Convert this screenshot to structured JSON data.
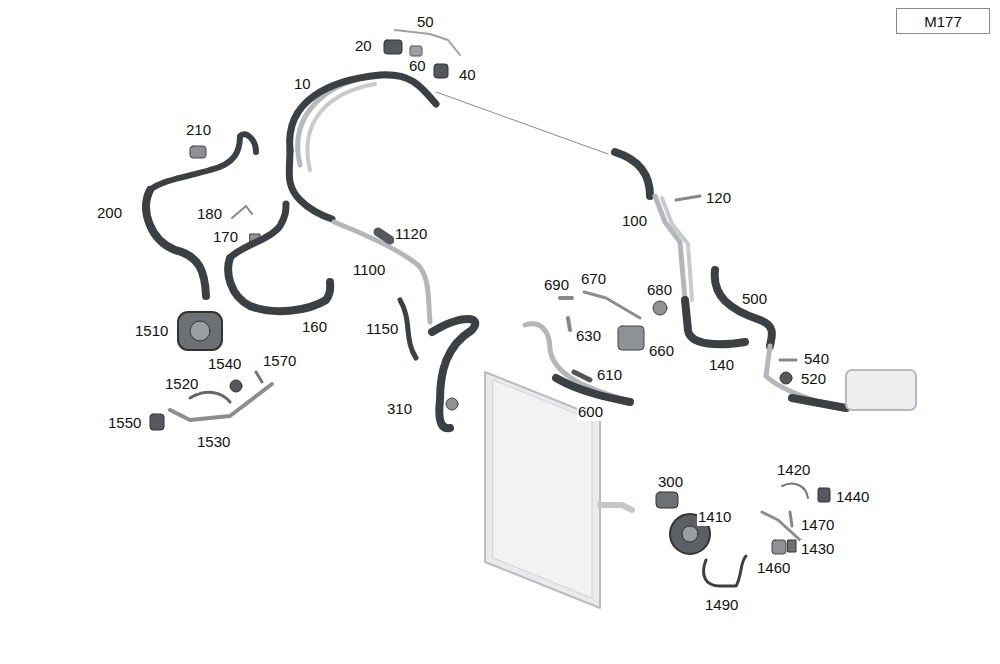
{
  "diagram": {
    "nodes": [
      {
        "text": [
          "M177"
        ]
      }
    ],
    "labels": [
      "50",
      "20",
      "60",
      "40",
      "10",
      "210",
      "200",
      "180",
      "170",
      "1120",
      "1100",
      "160",
      "1510",
      "1540",
      "1570",
      "1520",
      "1550",
      "1530",
      "1150",
      "310",
      "120",
      "100",
      "690",
      "670",
      "680",
      "630",
      "660",
      "610",
      "600",
      "500",
      "140",
      "540",
      "520",
      "300",
      "1410",
      "1420",
      "1440",
      "1470",
      "1430",
      "1460",
      "1490"
    ]
  }
}
